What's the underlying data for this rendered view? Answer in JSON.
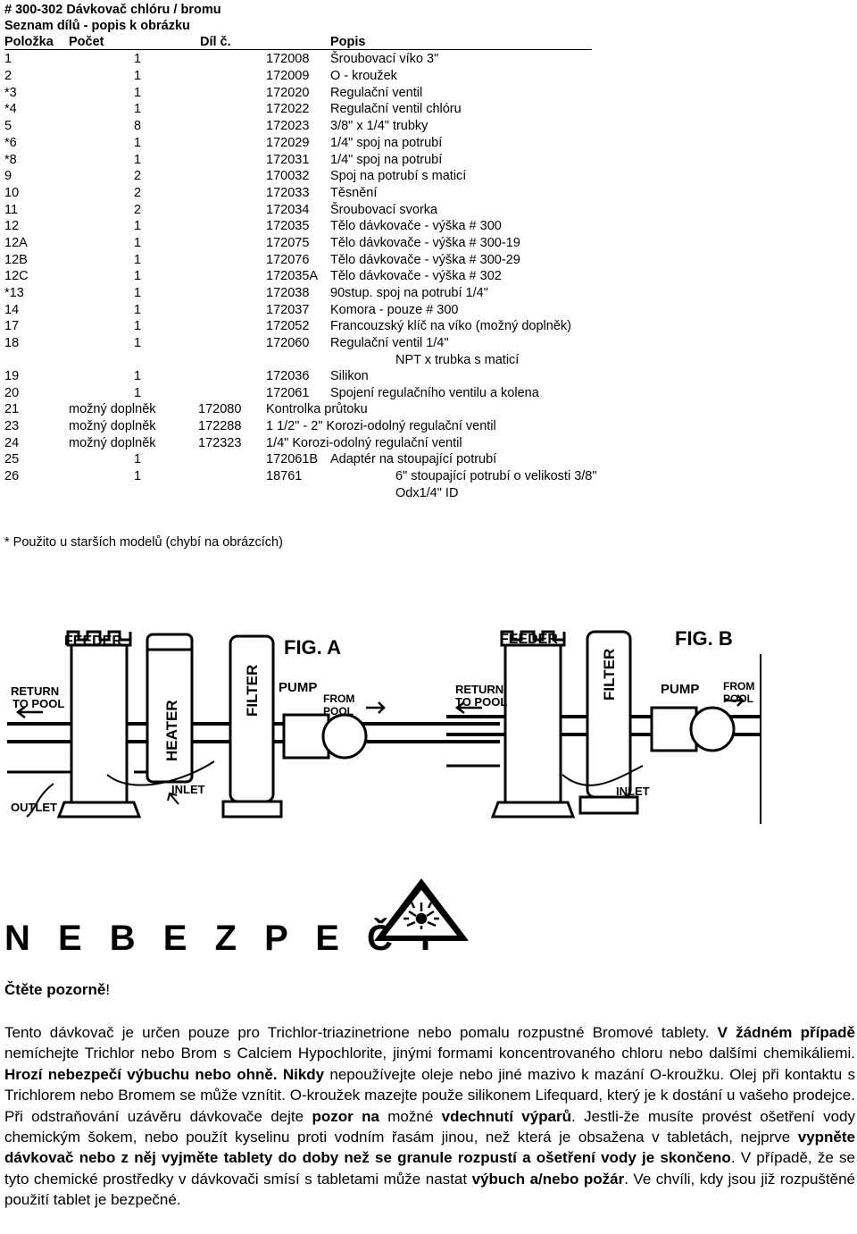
{
  "header": {
    "title": "# 300-302 Dávkovač chlóru / bromu",
    "subtitle": "Seznam dílů - popis k obrázku"
  },
  "columns": {
    "position": "Položka",
    "quantity": "Počet",
    "part": "Díl č.",
    "description": "Popis"
  },
  "parts": [
    {
      "pos": "1",
      "qty": "1",
      "part": "172008",
      "desc": "Šroubovací víko 3\""
    },
    {
      "pos": "2",
      "qty": "1",
      "part": "172009",
      "desc": "O - kroužek"
    },
    {
      "pos": "*3",
      "qty": "1",
      "part": "172020",
      "desc": "Regulační ventil"
    },
    {
      "pos": "*4",
      "qty": "1",
      "part": "172022",
      "desc": "Regulační ventil chlóru"
    },
    {
      "pos": "5",
      "qty": "8",
      "part": "172023",
      "desc": "3/8\" x 1/4\" trubky"
    },
    {
      "pos": "*6",
      "qty": "1",
      "part": "172029",
      "desc": "1/4\" spoj na potrubí"
    },
    {
      "pos": "*8",
      "qty": "1",
      "part": "172031",
      "desc": "1/4\" spoj na potrubí"
    },
    {
      "pos": "9",
      "qty": "2",
      "part": "170032",
      "desc": "Spoj na potrubí s maticí"
    },
    {
      "pos": "10",
      "qty": "2",
      "part": "172033",
      "desc": "Těsnění"
    },
    {
      "pos": "11",
      "qty": "2",
      "part": "172034",
      "desc": "Šroubovací svorka"
    },
    {
      "pos": "12",
      "qty": "1",
      "part": "172035",
      "desc": "Tělo dávkovače - výška # 300"
    },
    {
      "pos": "12A",
      "qty": "1",
      "part": "172075",
      "desc": "Tělo dávkovače - výška # 300-19"
    },
    {
      "pos": "12B",
      "qty": "1",
      "part": "172076",
      "desc": "Tělo dávkovače - výška # 300-29"
    },
    {
      "pos": "12C",
      "qty": "1",
      "part": "172035A",
      "desc": "Tělo dávkovače - výška # 302"
    },
    {
      "pos": "*13",
      "qty": "1",
      "part": "172038",
      "desc": "90stup. spoj na potrubí 1/4\""
    },
    {
      "pos": "14",
      "qty": "1",
      "part": "172037",
      "desc": "Komora - pouze # 300"
    },
    {
      "pos": "17",
      "qty": "1",
      "part": "172052",
      "desc": "Francouzský klíč na víko (možný doplněk)"
    },
    {
      "pos": "18",
      "qty": "1",
      "part": "172060",
      "desc": "Regulační ventil 1/4\"",
      "cont": "NPT x trubka s maticí"
    },
    {
      "pos": "19",
      "qty": "1",
      "part": "172036",
      "desc": "Silikon"
    },
    {
      "pos": "20",
      "qty": "1",
      "part": "172061",
      "desc": "Spojení regulačního ventilu a kolena"
    },
    {
      "pos": "21",
      "qty": "možný doplněk",
      "part": "172080",
      "desc": "Kontrolka průtoku"
    },
    {
      "pos": "23",
      "qty": "možný doplněk",
      "part": "172288",
      "desc": "1 1/2\" - 2\" Korozi-odolný regulační ventil"
    },
    {
      "pos": "24",
      "qty": "možný doplněk",
      "part": "172323",
      "desc": "1/4\" Korozi-odolný regulační ventil"
    },
    {
      "pos": "25",
      "qty": "1",
      "part": "172061B",
      "desc": "Adaptér na stoupající potrubí"
    },
    {
      "pos": "26",
      "qty": "1",
      "part": "18761",
      "desc": "6\" stoupající potrubí o velikosti 3/8\"",
      "cont": "Odx1/4\" ID"
    }
  ],
  "footnote": "* Použito u starších modelů (chybí na obrázcích)",
  "figures": {
    "a": {
      "title": "FIG. A",
      "feeder": "FEEDER",
      "heater": "HEATER",
      "filter": "FILTER",
      "pump": "PUMP",
      "return1": "RETURN",
      "return2": "TO POOL",
      "from1": "FROM",
      "from2": "POOL",
      "inlet": "INLET",
      "outlet": "OUTLET"
    },
    "b": {
      "title": "FIG. B",
      "feeder": "FEEDER",
      "filter": "FILTER",
      "pump": "PUMP",
      "return1": "RETURN",
      "return2": "TO POOL",
      "from1": "FROM",
      "from2": "POOL",
      "inlet": "INLET"
    }
  },
  "warning": {
    "title": "N E B E Z P E Č Í",
    "read": "Čtěte pozorně",
    "read_mark": "!",
    "icon": "explosive-hazard-icon",
    "segments": [
      {
        "t": "Tento dávkovač je určen pouze pro Trichlor-triazinetrione nebo pomalu rozpustné Bromové tablety. ",
        "b": false
      },
      {
        "t": "V žádném případě",
        "b": true
      },
      {
        "t": " nemíchejte Trichlor nebo Brom s Calciem Hypochlorite, jinými formami koncentrovaného chloru nebo dalšími chemikáliemi. ",
        "b": false
      },
      {
        "t": "Hrozí nebezpečí výbuchu nebo ohně.",
        "b": true
      },
      {
        "t": " ",
        "b": false
      },
      {
        "t": "Nikdy",
        "b": true
      },
      {
        "t": " nepoužívejte oleje nebo jiné mazivo k mazání O-kroužku. Olej při kontaktu s Trichlorem nebo Bromem se může vznítit. O-kroužek mazejte použe silikonem Lifequard, který je k dostání u vašeho prodejce. Při odstraňování uzávěru dávkovače dejte ",
        "b": false
      },
      {
        "t": "pozor na",
        "b": true
      },
      {
        "t": " možné ",
        "b": false
      },
      {
        "t": "vdechnutí výparů",
        "b": true
      },
      {
        "t": ". Jestli-že musíte provést ošetření vody chemickým šokem, nebo použít kyselinu proti vodním řasám jinou, než která je obsažena v tabletách, nejprve ",
        "b": false
      },
      {
        "t": "vypněte dávkovač nebo z něj vyjměte tablety do doby než se granule rozpustí a ošetření vody je skončeno",
        "b": true
      },
      {
        "t": ". V případě, že se tyto chemické prostředky v dávkovači smísí s tabletami může nastat ",
        "b": false
      },
      {
        "t": "výbuch a/nebo požár",
        "b": true
      },
      {
        "t": ". Ve chvíli, kdy jsou již rozpuštěné použití tablet je bezpečné.",
        "b": false
      }
    ]
  }
}
